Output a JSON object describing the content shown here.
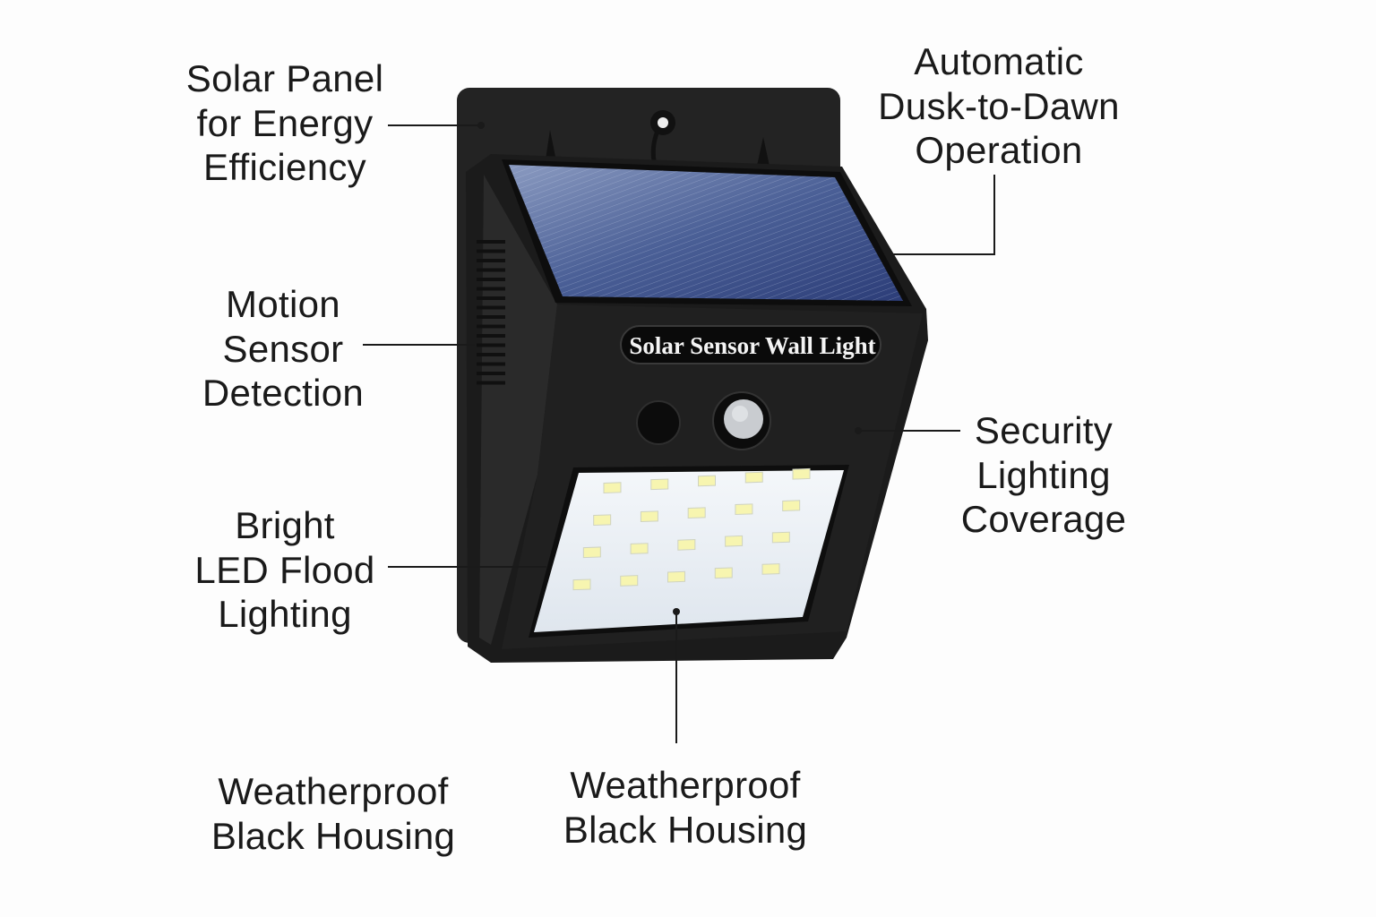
{
  "product": {
    "badge_text": "Solar Sensor Wall Light",
    "colors": {
      "housing": "#1b1b1b",
      "panel": "#3a4f86",
      "led_panel": "#eef2f6",
      "led": "#f7f5b0",
      "background": "#fdfdfd"
    }
  },
  "callouts": {
    "solar_panel": [
      "Solar Panel",
      "for Energy",
      "Efficiency"
    ],
    "dusk_to_dawn": [
      "Automatic",
      "Dusk-to-Dawn",
      "Operation"
    ],
    "motion_sensor": [
      "Motion",
      "Sensor",
      "Detection"
    ],
    "security": [
      "Security",
      "Lighting",
      "Coverage"
    ],
    "led_flood": [
      "Bright",
      "LED Flood",
      "Lighting"
    ],
    "housing_left": [
      "Weatherproof",
      "Black Housing"
    ],
    "housing_center": [
      "Weatherproof",
      "Black Housing"
    ]
  }
}
